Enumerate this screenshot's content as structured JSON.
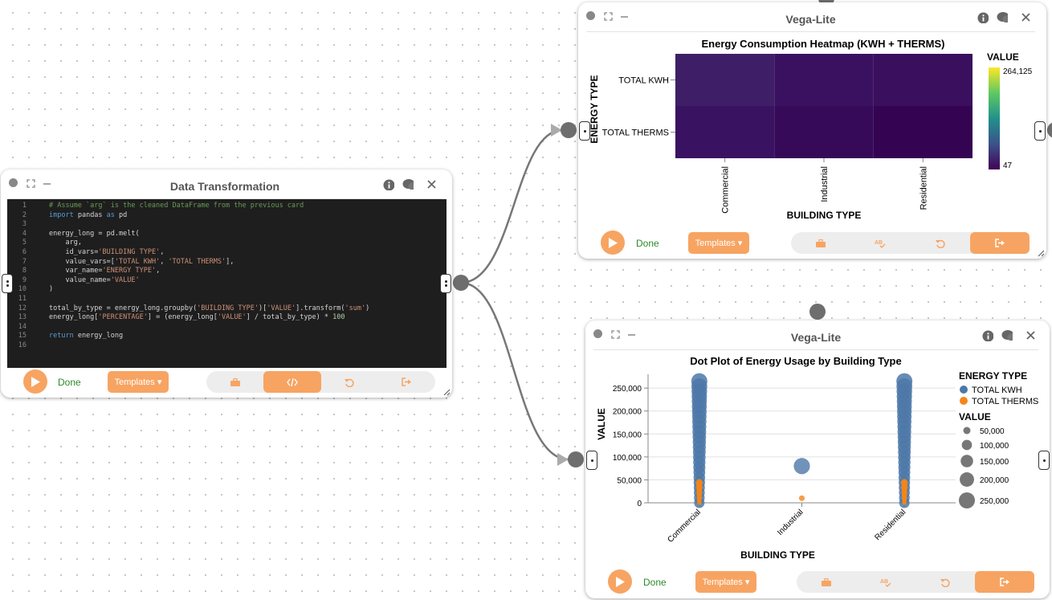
{
  "transform_card": {
    "title": "Data Transformation",
    "code_lines": [
      "# Assume `arg` is the cleaned DataFrame from the previous card",
      "import pandas as pd",
      "",
      "energy_long = pd.melt(",
      "    arg,",
      "    id_vars='BUILDING TYPE',",
      "    value_vars=['TOTAL KWH', 'TOTAL THERMS'],",
      "    var_name='ENERGY TYPE',",
      "    value_name='VALUE'",
      ")",
      "",
      "total_by_type = energy_long.groupby('BUILDING TYPE')['VALUE'].transform('sum')",
      "energy_long['PERCENTAGE'] = (energy_long['VALUE'] / total_by_type) * 100",
      "",
      "return energy_long",
      ""
    ],
    "done_label": "Done",
    "templates_label": "Templates ▾"
  },
  "heatmap_card": {
    "title": "Vega-Lite",
    "done_label": "Done",
    "templates_label": "Templates ▾"
  },
  "dotplot_card": {
    "title": "Vega-Lite",
    "done_label": "Done",
    "templates_label": "Templates ▾"
  },
  "colors": {
    "accent": "#f7a462",
    "done": "#2b8a2b",
    "kwh": "#4c78a8",
    "therms": "#f58518"
  },
  "chart_data": [
    {
      "type": "heatmap",
      "title": "Energy Consumption Heatmap (KWH + THERMS)",
      "xlabel": "BUILDING TYPE",
      "ylabel": "ENERGY TYPE",
      "x_categories": [
        "Commercial",
        "Industrial",
        "Residential"
      ],
      "y_categories": [
        "TOTAL KWH",
        "TOTAL THERMS"
      ],
      "colors": [
        [
          "#3e1f67",
          "#3a1160",
          "#390f5e"
        ],
        [
          "#3a1262",
          "#360a58",
          "#340453"
        ]
      ],
      "legend_title": "VALUE",
      "legend_range": [
        "264,125",
        "47"
      ]
    },
    {
      "type": "scatter",
      "title": "Dot Plot of Energy Usage by Building Type",
      "xlabel": "BUILDING TYPE",
      "ylabel": "VALUE",
      "categories": [
        "Commercial",
        "Industrial",
        "Residential"
      ],
      "y_ticks": [
        "0",
        "50,000",
        "100,000",
        "150,000",
        "200,000",
        "250,000"
      ],
      "ylim": [
        0,
        280000
      ],
      "series": [
        {
          "name": "TOTAL KWH",
          "color": "#4c78a8",
          "points": [
            [
              "Commercial",
              10000,
              265000
            ],
            [
              "Industrial",
              80000,
              80000
            ],
            [
              "Residential",
              10000,
              265000
            ]
          ]
        },
        {
          "name": "TOTAL THERMS",
          "color": "#f58518",
          "points": [
            [
              "Commercial",
              47,
              45000
            ],
            [
              "Industrial",
              10000,
              10000
            ],
            [
              "Residential",
              47,
              45000
            ]
          ]
        }
      ],
      "legend_color_title": "ENERGY TYPE",
      "legend_size_title": "VALUE",
      "legend_sizes": [
        "50,000",
        "100,000",
        "150,000",
        "200,000",
        "250,000"
      ]
    }
  ]
}
